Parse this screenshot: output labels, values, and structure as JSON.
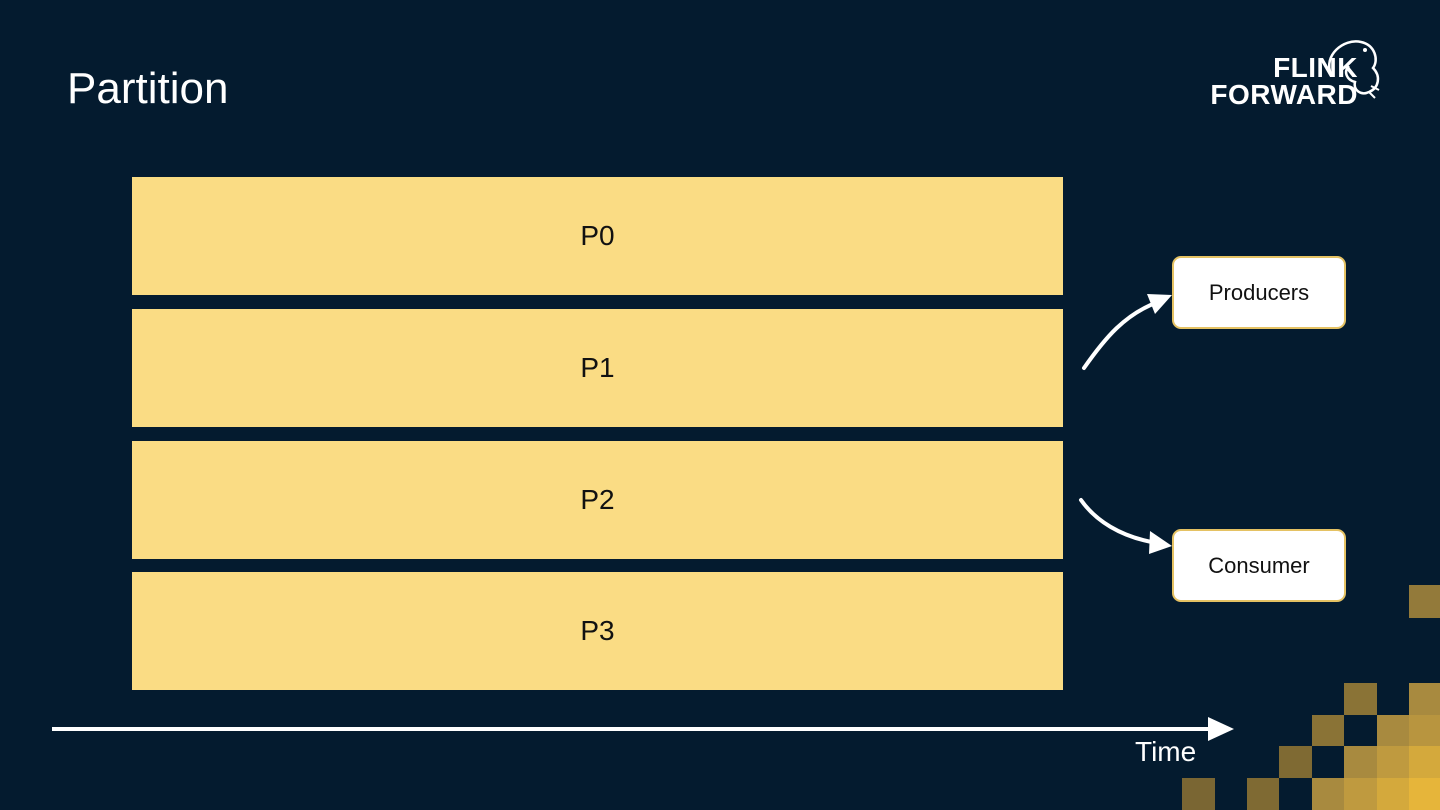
{
  "title": "Partition",
  "logo": {
    "line1": "FLINK",
    "line2": "FORWARD"
  },
  "partitions": [
    "P0",
    "P1",
    "P2",
    "P3"
  ],
  "producers_label": "Producers",
  "consumer_label": "Consumer",
  "time_label": "Time",
  "colors": {
    "background": "#041b2f",
    "partition": "#fadc84",
    "accent": "#e5c263"
  }
}
